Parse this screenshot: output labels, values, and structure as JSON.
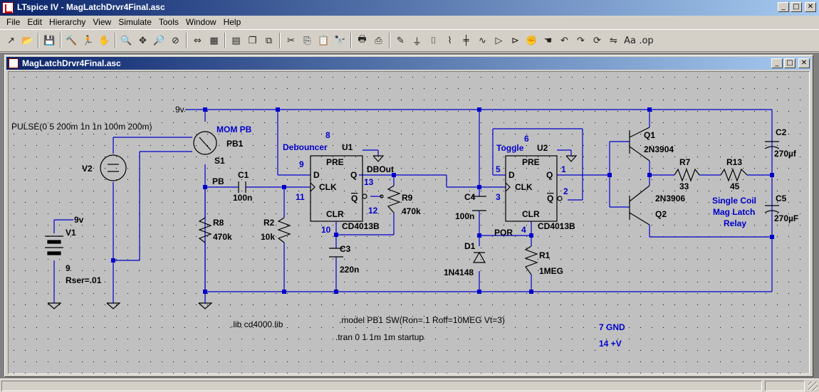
{
  "app": {
    "title": "LTspice IV - MagLatchDrvr4Final.asc",
    "minimize": "0",
    "maximize": "1",
    "close": "r"
  },
  "menu": [
    "File",
    "Edit",
    "Hierarchy",
    "View",
    "Simulate",
    "Tools",
    "Window",
    "Help"
  ],
  "toolbar": {
    "icons": [
      "new-schematic-icon",
      "open-icon",
      "|",
      "save-icon",
      "|",
      "control-panel-icon",
      "run-icon",
      "halt-icon",
      "|",
      "zoom-in-icon",
      "pan-icon",
      "zoom-out-icon",
      "zoom-cancel-icon",
      "|",
      "autorange-icon",
      "grid-icon",
      "|",
      "tile-horizontal-icon",
      "cascade-icon",
      "close-all-icon",
      "|",
      "cut-icon",
      "copy-icon",
      "paste-icon",
      "find-icon",
      "|",
      "print-setup-icon",
      "print-icon",
      "|",
      "draw-wire-icon",
      "ground-icon",
      "label-net-icon",
      "resistor-icon",
      "capacitor-icon",
      "inductor-icon",
      "diode-icon",
      "component-icon",
      "move-icon",
      "drag-icon",
      "undo-icon",
      "redo-icon",
      "rotate-icon",
      "mirror-icon",
      "text-icon",
      "spice-directive-icon"
    ],
    "glyphs": [
      "↗",
      "📂",
      "|",
      "💾",
      "|",
      "🔨",
      "🏃",
      "✋",
      "|",
      "🔍",
      "✥",
      "🔎",
      "⊘",
      "|",
      "⇔",
      "▦",
      "|",
      "▤",
      "❐",
      "⧉",
      "|",
      "✂",
      "⎘",
      "📋",
      "🔭",
      "|",
      "🖶",
      "⎙",
      "|",
      "✎",
      "⏚",
      "⌷",
      "⌇",
      "╪",
      "∿",
      "▷",
      "⊳",
      "✊",
      "☚",
      "↶",
      "↷",
      "⟳",
      "⇋",
      "Aa",
      ".op"
    ]
  },
  "document": {
    "title": "MagLatchDrvr4Final.asc",
    "minimize": "0",
    "maximize": "1",
    "close": "r"
  },
  "schematic": {
    "labels": {
      "pulse": "PULSE(0 5 200m 1n 1n 100m 200m)",
      "net_9v": "9v",
      "mom_pb": "MOM PB",
      "pb1": "PB1",
      "s1": "S1",
      "v2": "V2",
      "pb_net": "PB",
      "c1": "C1",
      "c1_val": "100n",
      "r8": "R8",
      "r8_val": "470k",
      "r2": "R2",
      "r2_val": "10k",
      "v1_9v": "9v",
      "v1": "V1",
      "v1_val": "9",
      "v1_rser": "Rser=.01",
      "debouncer": "Debouncer",
      "u1": "U1",
      "u1_pin8": "8",
      "u1_pin9": "9",
      "u1_pin11": "11",
      "u1_pin13": "13",
      "u1_pin12": "12",
      "u1_pin10": "10",
      "pre": "PRE",
      "d": "D",
      "q": "Q",
      "clk": "CLK",
      "qbar": "Q",
      "clr": "CLR",
      "cd4013b": "CD4013B",
      "dbout": "DBOut",
      "r9": "R9",
      "r9_val": "470k",
      "c3": "C3",
      "c3_val": "220n",
      "c4": "C4",
      "c4_val": "100n",
      "d1": "D1",
      "d1_val": "1N4148",
      "toggle": "Toggle",
      "u2": "U2",
      "u2_pin6": "6",
      "u2_pin5": "5",
      "u2_pin3": "3",
      "u2_pin1": "1",
      "u2_pin2": "2",
      "u2_pin4": "4",
      "por": "POR",
      "r1": "R1",
      "r1_val": "1MEG",
      "q1": "Q1",
      "q1_val": "2N3904",
      "q2": "Q2",
      "q2_val": "2N3906",
      "r7": "R7",
      "r7_val": "33",
      "r13": "R13",
      "r13_val": "45",
      "relay1": "Single Coil",
      "relay2": "Mag Latch",
      "relay3": "Relay",
      "c2": "C2",
      "c2_val": "270µf",
      "c5": "C5",
      "c5_val": "270µF",
      "lib": ".lib cd4000.lib",
      "model": ".model PB1  SW(Ron=.1 Roff=10MEG Vt=3)",
      "tran": ".tran 0 1 1m 1m startup",
      "gnd7": "7 GND",
      "vcc14": "14 +V"
    }
  },
  "colors": {
    "wire": "#0000cd",
    "component": "#000000",
    "net_label": "#000000",
    "pin_number": "#0000cd",
    "dot_grid": "#000000",
    "canvas": "#c0c0c0",
    "title_bar_start": "#0a246a",
    "title_bar_end": "#a6caf0"
  }
}
